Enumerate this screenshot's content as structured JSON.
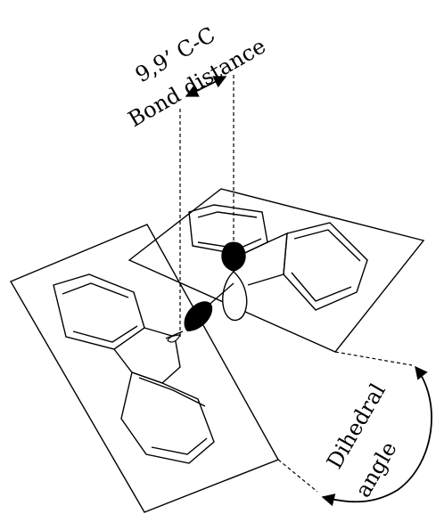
{
  "labels": {
    "bond_line1": "9,9’ C-C",
    "bond_line2": "Bond distance",
    "dihedral_line1": "Dihedral",
    "dihedral_line2": "angle"
  },
  "colors": {
    "ink": "#000000",
    "background": "#ffffff"
  }
}
